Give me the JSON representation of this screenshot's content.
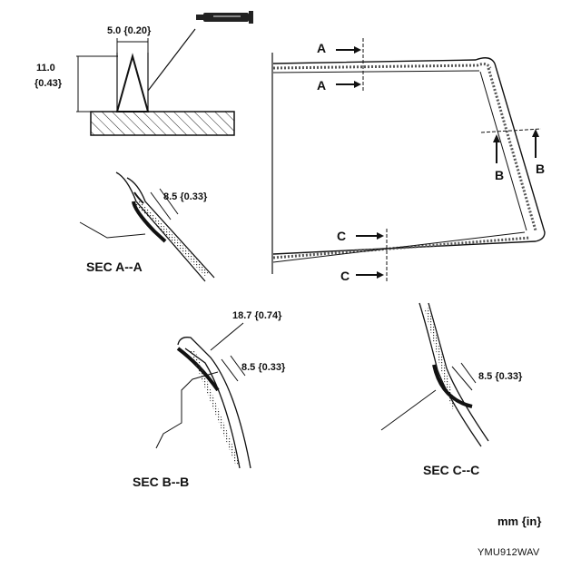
{
  "dimensions": {
    "bead_width": "5.0 {0.20}",
    "bead_height_mm": "11.0",
    "bead_height_in": "{0.43}",
    "sec_a_gap": "8.5 {0.33}",
    "sec_b_width": "18.7 {0.74}",
    "sec_b_gap": "8.5 {0.33}",
    "sec_c_gap": "8.5 {0.33}"
  },
  "section_markers": {
    "a_top": "A",
    "a_bottom": "A",
    "b_left": "B",
    "b_right": "B",
    "c_top": "C",
    "c_bottom": "C"
  },
  "section_titles": {
    "a": "SEC A--A",
    "b": "SEC B--B",
    "c": "SEC C--C"
  },
  "units": "mm {in}",
  "figure_code": "YMU912WAV",
  "icons": [
    "adhesive-nozzle-icon"
  ]
}
